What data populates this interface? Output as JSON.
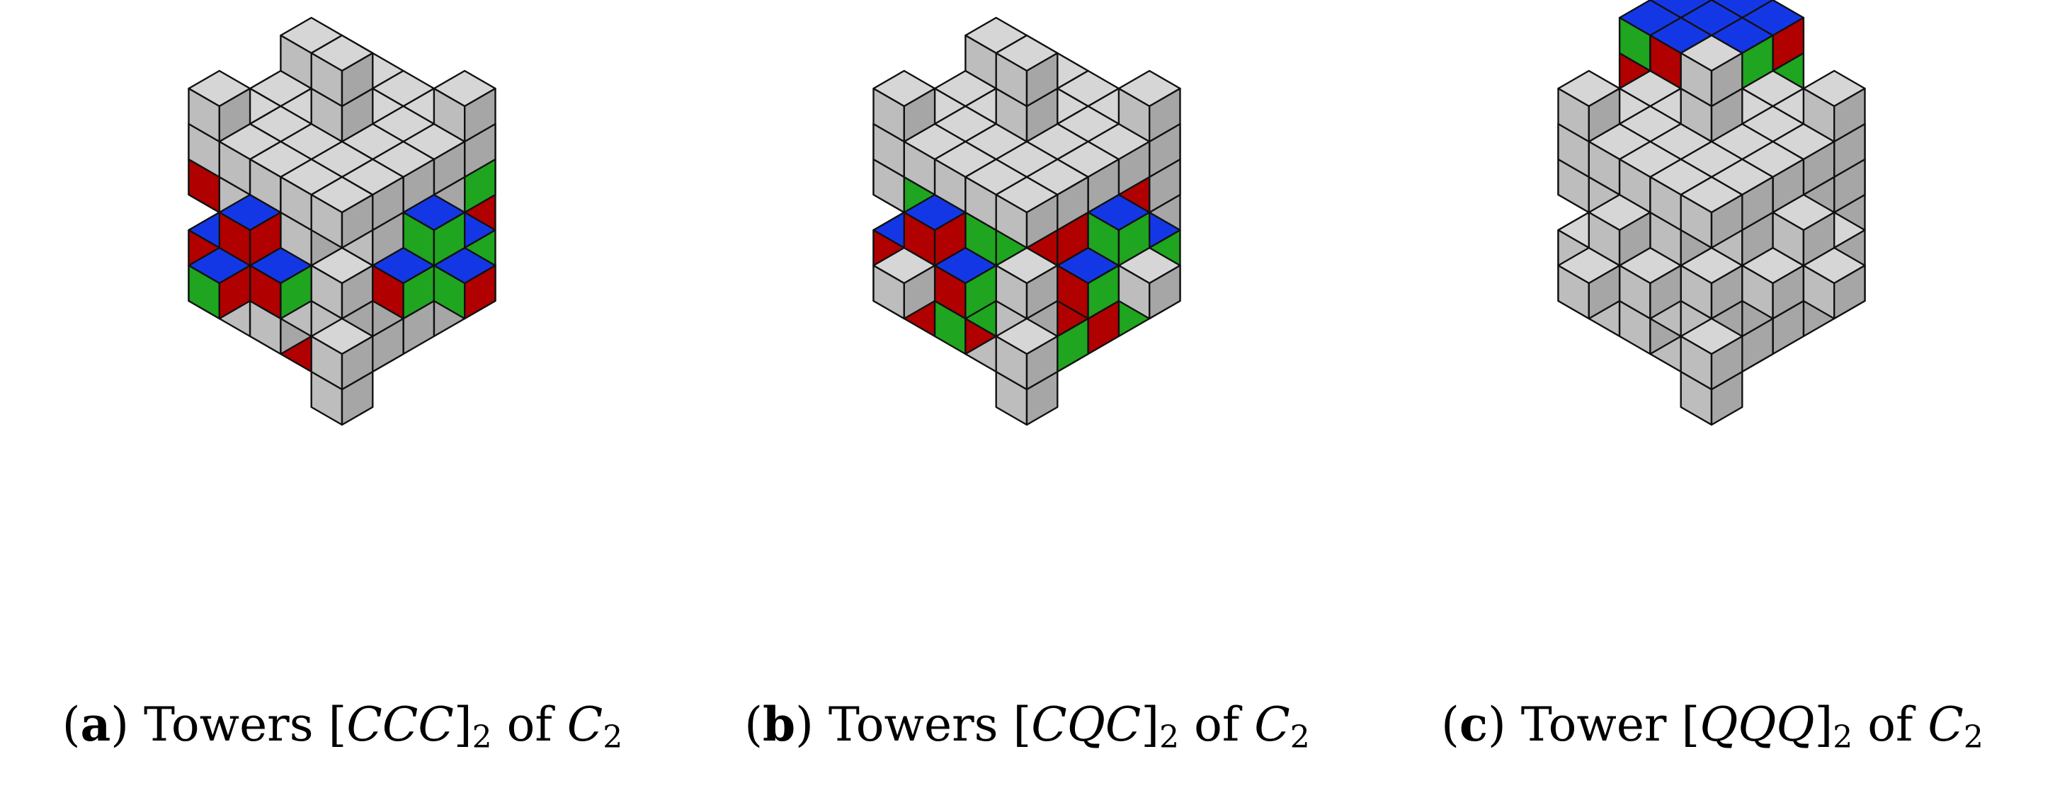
{
  "figure": {
    "panels": [
      {
        "id": "a",
        "caption": {
          "open": "(",
          "letter": "a",
          "close": ")",
          "word": "Towers",
          "tower": "CCC",
          "sub": "2",
          "of": "of",
          "space": "C",
          "space_sub": "2"
        },
        "style": "colored_arms"
      },
      {
        "id": "b",
        "caption": {
          "open": "(",
          "letter": "b",
          "close": ")",
          "word": "Towers",
          "tower": "CQC",
          "sub": "2",
          "of": "of",
          "space": "C",
          "space_sub": "2"
        },
        "style": "colored_sides"
      },
      {
        "id": "c",
        "caption": {
          "open": "(",
          "letter": "c",
          "close": ")",
          "word": "Tower",
          "tower": "QQQ",
          "sub": "2",
          "of": "of",
          "space": "C",
          "space_sub": "2"
        },
        "style": "colored_top_patch"
      }
    ],
    "colors": {
      "gray_top": "#d6d6d6",
      "gray_left": "#bdbdbd",
      "gray_right": "#a6a6a6",
      "blue": "#1437e6",
      "red": "#b00000",
      "green": "#1fa51f",
      "edge": "#111111"
    }
  }
}
